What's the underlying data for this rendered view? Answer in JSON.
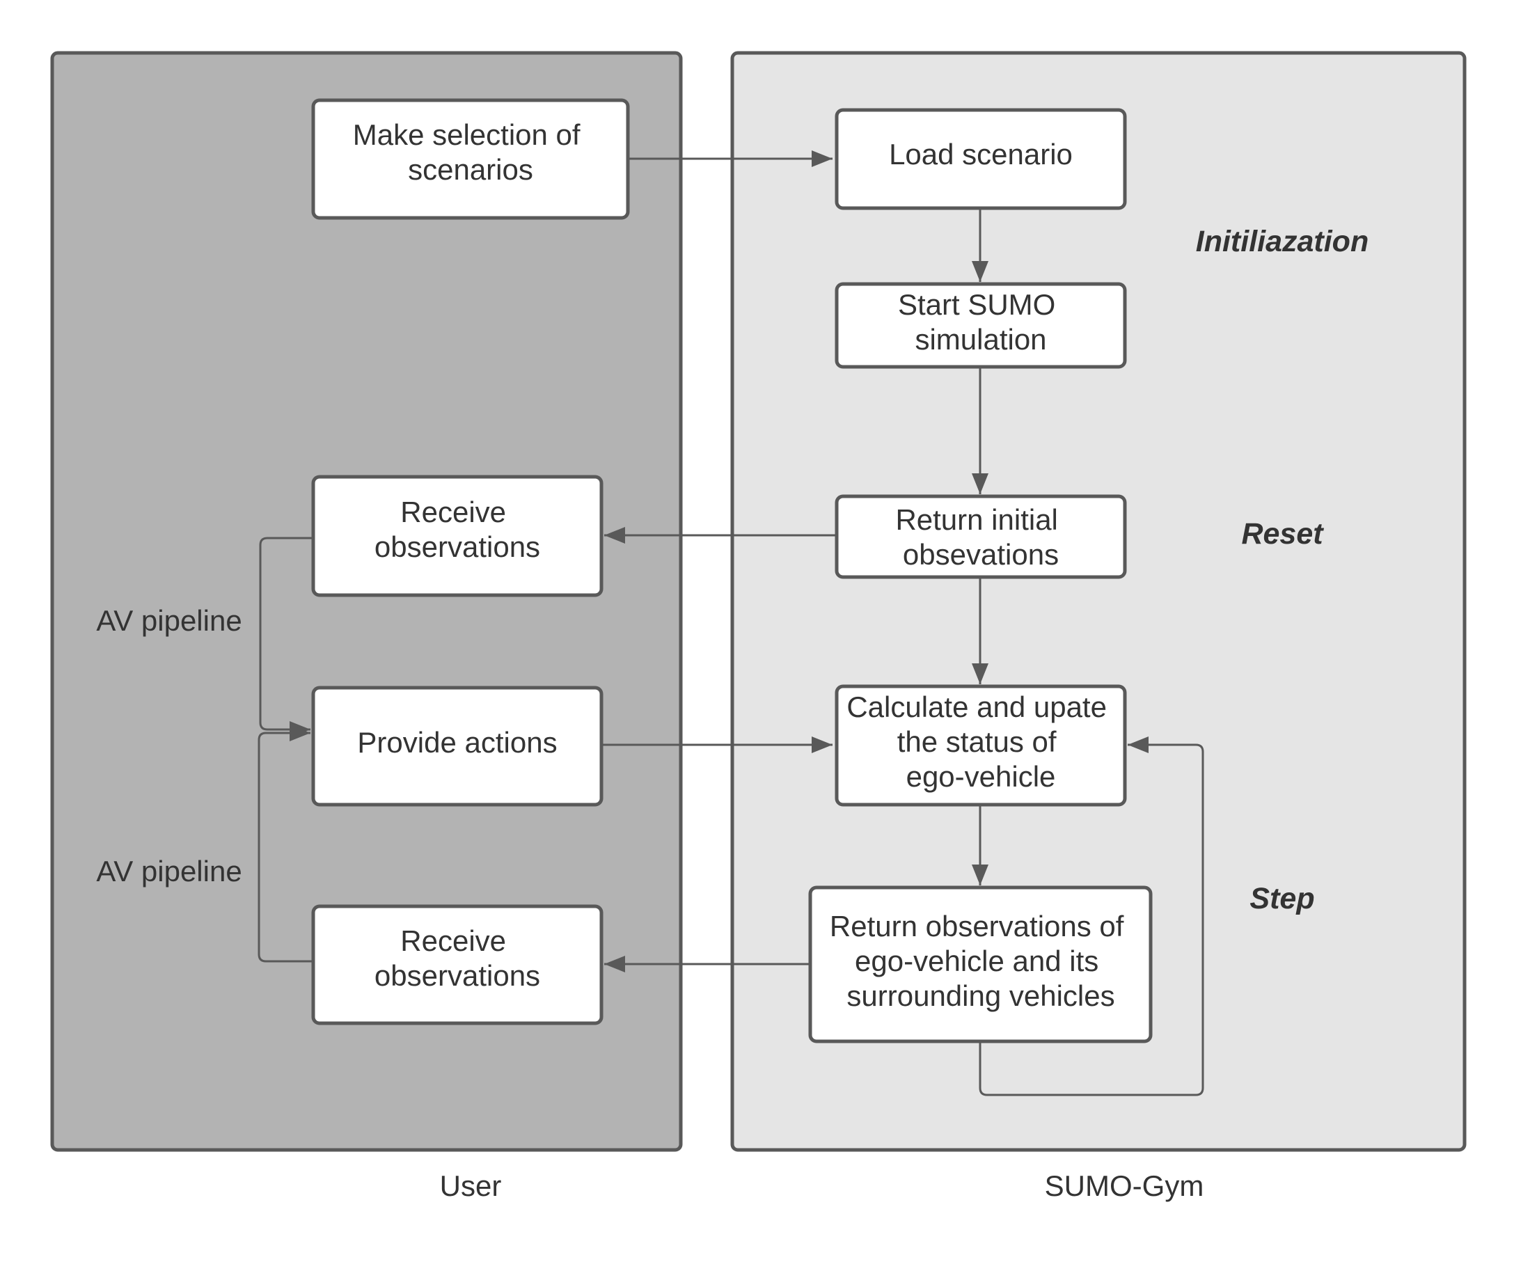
{
  "panels": {
    "user": {
      "caption": "User"
    },
    "gym": {
      "caption": "SUMO-Gym"
    }
  },
  "colors": {
    "user_panel": "#b3b3b3",
    "gym_panel": "#e5e5e5",
    "stroke": "#595959",
    "node_fill": "#ffffff",
    "text": "#333333"
  },
  "sections": {
    "init": "Initiliazation",
    "reset": "Reset",
    "step": "Step"
  },
  "side_labels": {
    "pipeline_top": "AV pipeline",
    "pipeline_bottom": "AV pipeline"
  },
  "nodes": {
    "make_selection": [
      "Make selection of",
      "scenarios"
    ],
    "receive_obs_1": [
      "Receive",
      "observations"
    ],
    "provide_actions": [
      "Provide actions"
    ],
    "receive_obs_2": [
      "Receive",
      "observations"
    ],
    "load_scenario": [
      "Load scenario"
    ],
    "start_sumo": [
      "Start SUMO",
      "simulation"
    ],
    "return_initial": [
      "Return initial",
      "obsevations"
    ],
    "calculate_update": [
      "Calculate and upate",
      "the status of",
      "ego-vehicle"
    ],
    "return_observations": [
      "Return observations of",
      "ego-vehicle and its",
      "surrounding vehicles"
    ]
  }
}
